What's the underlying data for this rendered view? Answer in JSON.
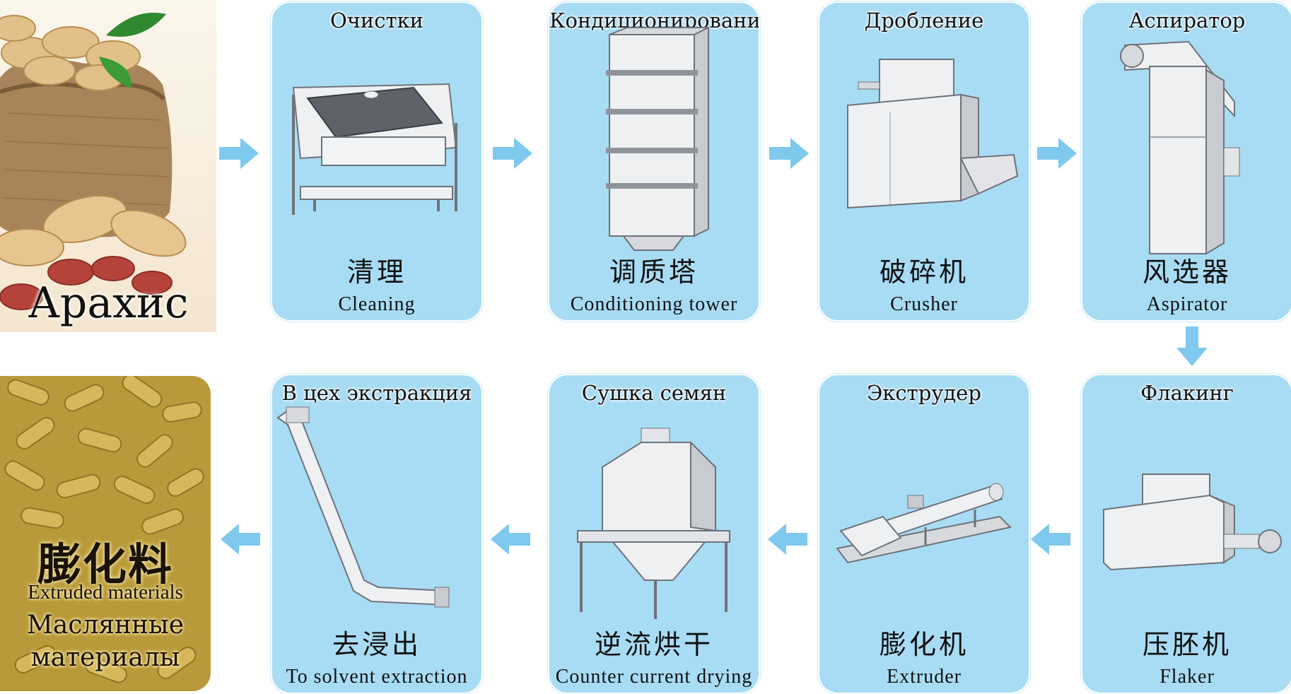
{
  "colors": {
    "card_bg": "#a8dcf4",
    "arrow": "#7fc9ee",
    "machine_light": "#eef0f2",
    "machine_dark": "#6e737a"
  },
  "start_material": {
    "label": "Арахис",
    "image": "peanuts-in-burlap-sack"
  },
  "end_material": {
    "label_cn": "膨化料",
    "label_en": "Extruded materials",
    "label_ru": "Маслянные материалы",
    "image": "extruded-pellets"
  },
  "steps": [
    {
      "ru": "Очистки",
      "cn": "清理",
      "en": "Cleaning",
      "icon": "cleaning-sieve-icon"
    },
    {
      "ru": "Кондиционирование",
      "cn": "调质塔",
      "en": "Conditioning tower",
      "icon": "conditioning-tower-icon"
    },
    {
      "ru": "Дробление",
      "cn": "破碎机",
      "en": "Crusher",
      "icon": "crusher-icon"
    },
    {
      "ru": "Аспиратор",
      "cn": "风选器",
      "en": "Aspirator",
      "icon": "aspirator-icon"
    },
    {
      "ru": "Флакинг",
      "cn": "压胚机",
      "en": "Flaker",
      "icon": "flaker-icon"
    },
    {
      "ru": "Экструдер",
      "cn": "膨化机",
      "en": "Extruder",
      "icon": "extruder-icon"
    },
    {
      "ru": "Сушка семян",
      "cn": "逆流烘干",
      "en": "Counter current drying",
      "icon": "counter-current-dryer-icon"
    },
    {
      "ru": "В цех экстракция",
      "cn": "去浸出",
      "en": "To solvent extraction",
      "icon": "chain-conveyor-icon"
    }
  ],
  "arrows": [
    "right",
    "right",
    "right",
    "right",
    "down",
    "left",
    "left",
    "left",
    "left"
  ]
}
